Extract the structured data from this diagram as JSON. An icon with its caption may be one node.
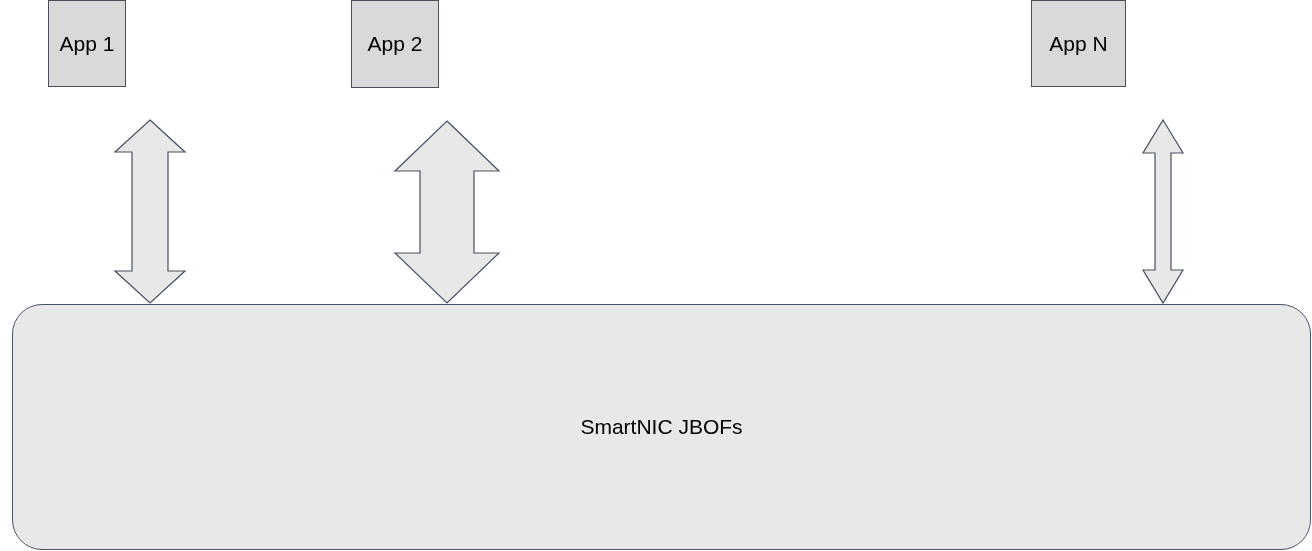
{
  "diagram": {
    "nodes": [
      {
        "text": [
          "App 1"
        ]
      },
      {
        "text": [
          "App 2"
        ]
      },
      {
        "text": [
          "App N"
        ]
      },
      {
        "text": [
          "SmartNIC JBOFs"
        ]
      }
    ],
    "edges": [
      {
        "from": 0,
        "to": 3,
        "arrow": "both"
      },
      {
        "from": 1,
        "to": 3,
        "arrow": "both"
      },
      {
        "from": 2,
        "to": 3,
        "arrow": "both"
      }
    ]
  }
}
